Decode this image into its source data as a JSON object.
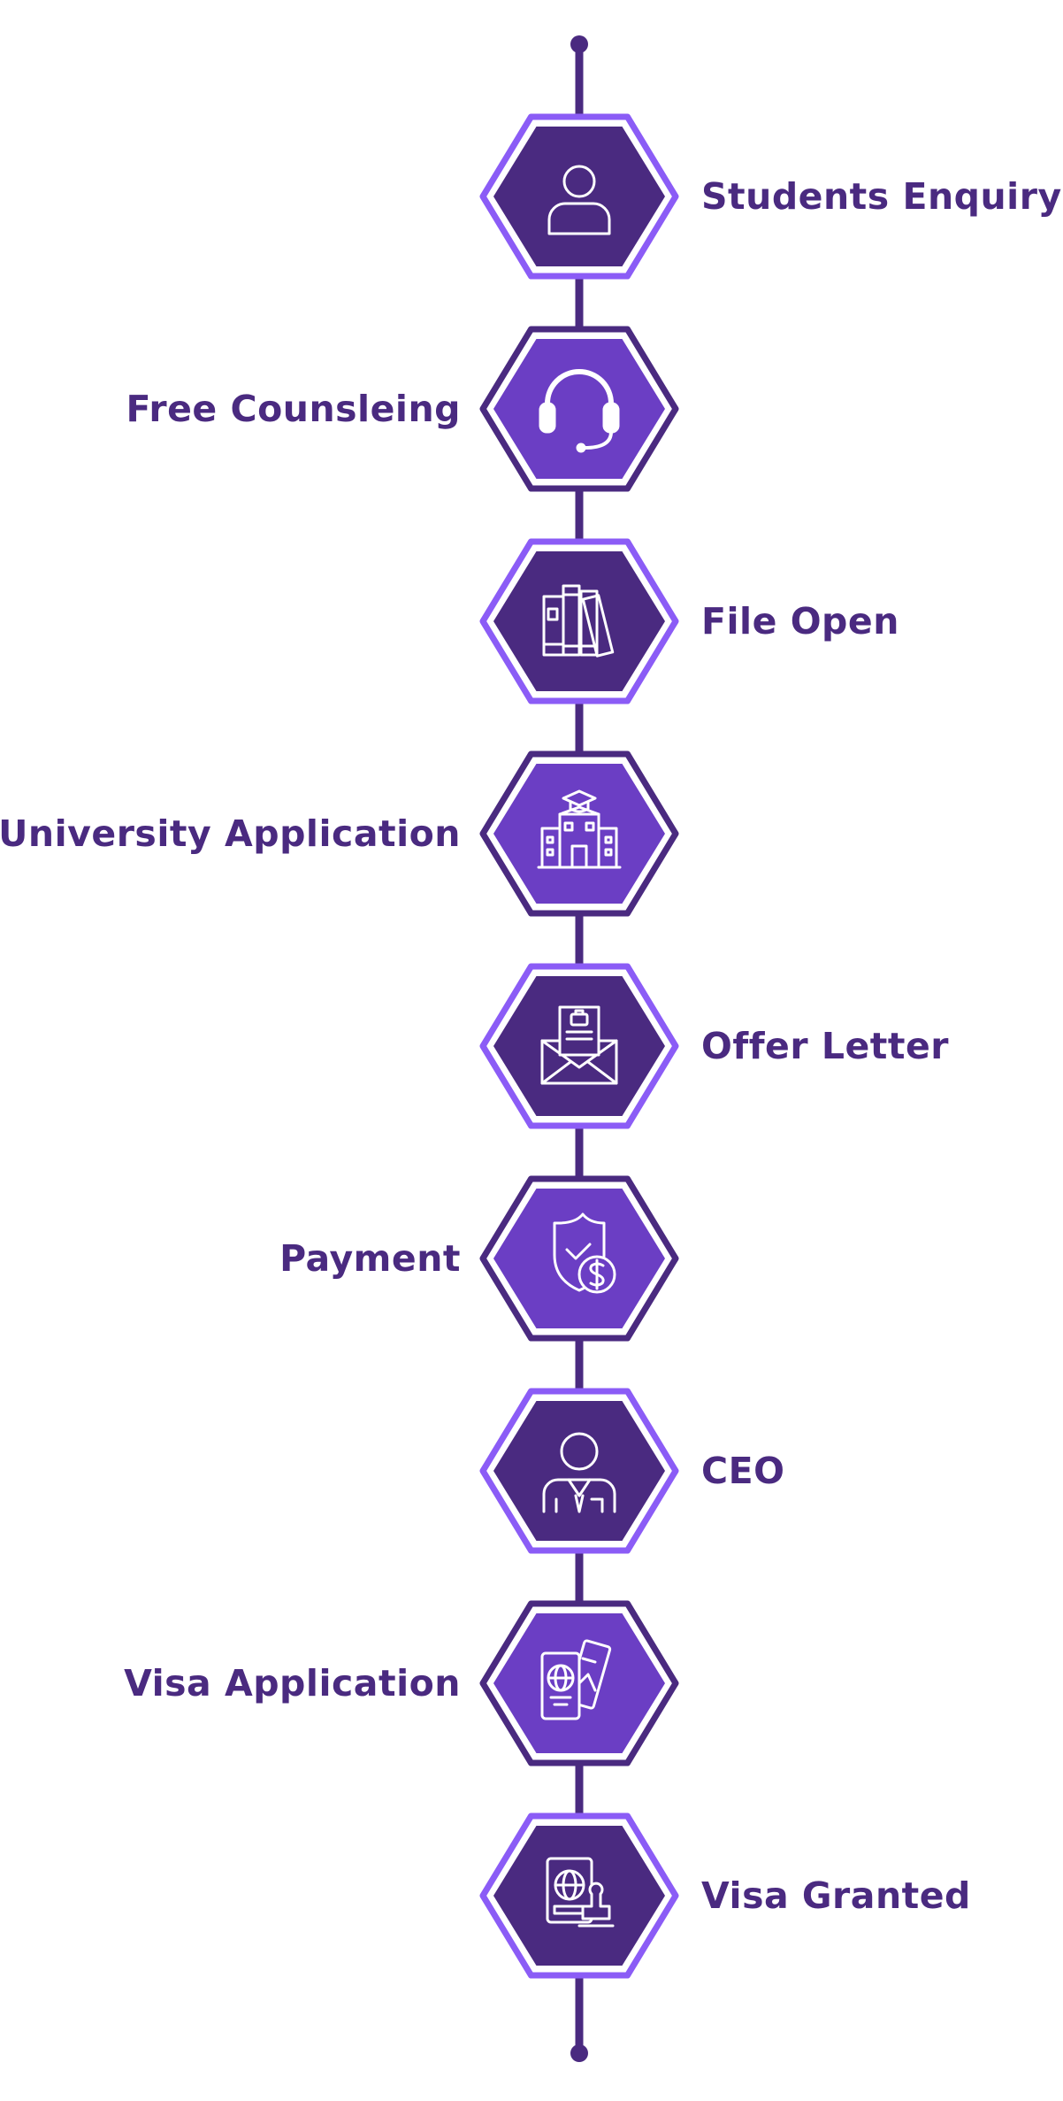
{
  "colors": {
    "line": "#4a2a80",
    "dark_fill": "#4a2a80",
    "light_fill": "#6b3ec4",
    "accent_border": "#8b5cf6",
    "label_text": "#4a2a80",
    "icon_stroke": "#ffffff"
  },
  "steps": [
    {
      "label": "Students Enquiry",
      "icon": "user-icon"
    },
    {
      "label": "Free Counsleing",
      "icon": "headset-icon"
    },
    {
      "label": "File Open",
      "icon": "books-icon"
    },
    {
      "label": "University Application",
      "icon": "university-building-icon"
    },
    {
      "label": "Offer Letter",
      "icon": "envelope-letter-icon"
    },
    {
      "label": "Payment",
      "icon": "shield-dollar-icon"
    },
    {
      "label": "CEO",
      "icon": "businessman-icon"
    },
    {
      "label": "Visa Application",
      "icon": "passport-ticket-icon"
    },
    {
      "label": "Visa Granted",
      "icon": "passport-stamp-icon"
    }
  ]
}
